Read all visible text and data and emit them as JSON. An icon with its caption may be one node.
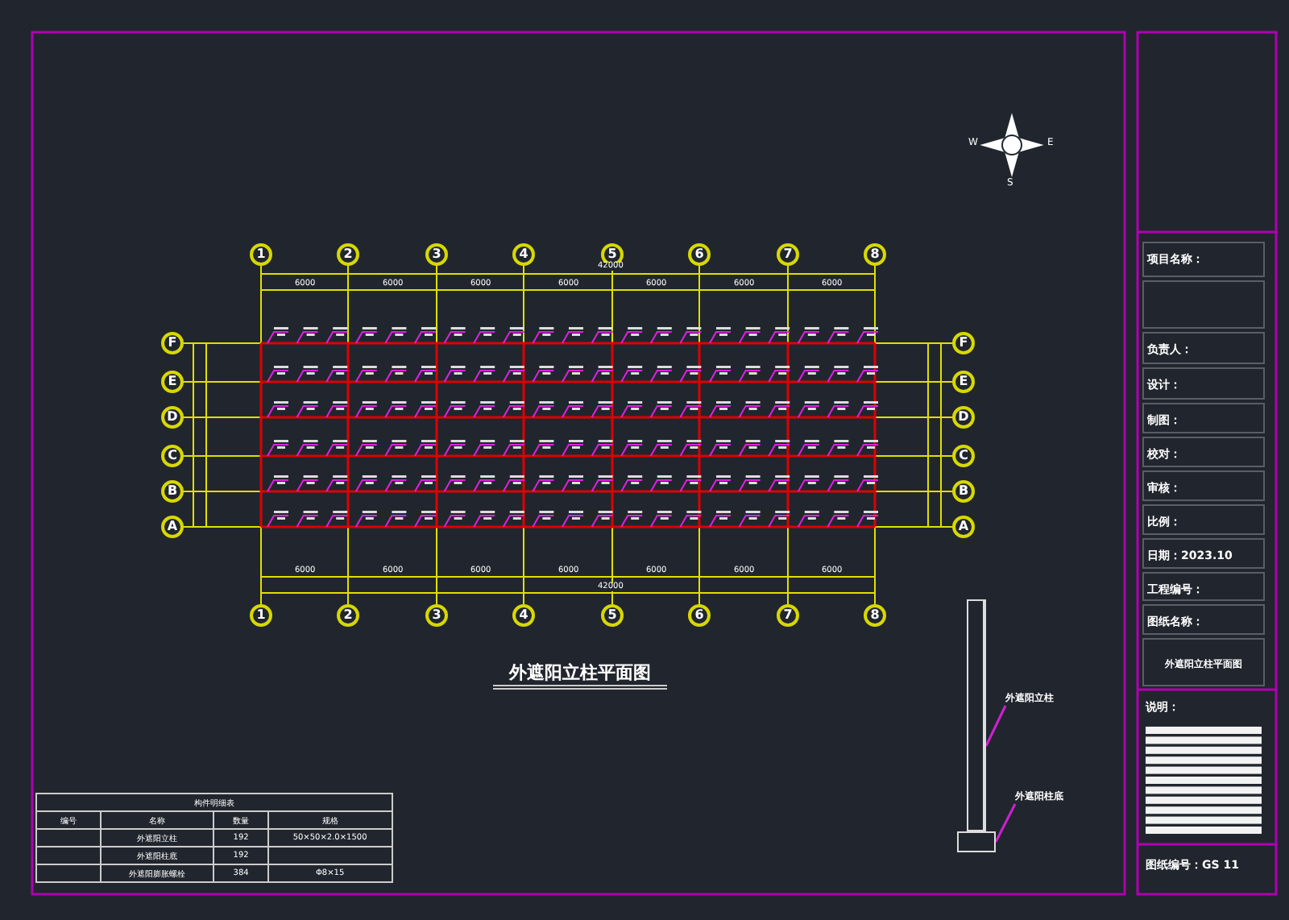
{
  "diagram": {
    "title": "外遮阳立柱平面图",
    "nodes": [
      {
        "text": [
          "外遮阳立柱"
        ]
      },
      {
        "text": [],
        "shape": "bar"
      },
      {
        "text": [
          "外遮阳柱底"
        ]
      },
      {
        "text": [],
        "shape": "box"
      }
    ],
    "edges": [
      {
        "from": 0,
        "to": 1,
        "arrow": "none"
      },
      {
        "from": 2,
        "to": 3,
        "arrow": "none"
      }
    ],
    "labels": [
      "W",
      "E",
      "S",
      "1",
      "2",
      "3",
      "4",
      "5",
      "6",
      "7",
      "8",
      "42000",
      "6000",
      "6000",
      "6000",
      "6000",
      "6000",
      "6000",
      "6000",
      "F",
      "E",
      "D",
      "C",
      "B",
      "A",
      "F",
      "E",
      "D",
      "C",
      "B",
      "A",
      "6000",
      "6000",
      "6000",
      "6000",
      "6000",
      "6000",
      "6000",
      "42000",
      "1",
      "2",
      "3",
      "4",
      "5",
      "6",
      "7",
      "8",
      "构件明细表",
      "编号",
      "名称",
      "数量",
      "规格",
      "外遮阳立柱",
      "192",
      "50×50×2.0×1500",
      "外遮阳柱底",
      "192",
      "外遮阳膨胀螺栓",
      "384",
      "Φ8×15",
      "项目名称：",
      "负责人：",
      "设计：",
      "制图：",
      "校对：",
      "审核：",
      "比例：",
      "日期：2023.10",
      "工程编号：",
      "图纸名称：",
      "外遮阳立柱平面图",
      "说明：",
      "图纸编号：GS 11"
    ]
  }
}
